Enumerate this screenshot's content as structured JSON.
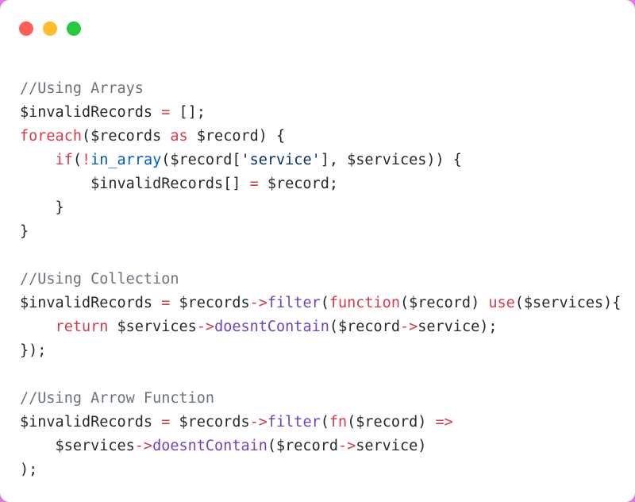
{
  "window": {
    "buttons": [
      {
        "name": "close",
        "color": "#ff5f56"
      },
      {
        "name": "minimize",
        "color": "#ffbd2e"
      },
      {
        "name": "maximize",
        "color": "#27c93f"
      }
    ]
  },
  "colors": {
    "background": "#e07ad8",
    "comment": "#6a737d",
    "keyword": "#d73a49",
    "function": "#005cc5",
    "method": "#6f42c1",
    "string": "#032f62",
    "plain": "#24292e"
  },
  "code": {
    "lines": [
      [
        {
          "t": "comment",
          "v": "//Using Arrays"
        }
      ],
      [
        {
          "t": "plain",
          "v": "$invalidRecords "
        },
        {
          "t": "keyword",
          "v": "="
        },
        {
          "t": "plain",
          "v": " [];"
        }
      ],
      [
        {
          "t": "keyword",
          "v": "foreach"
        },
        {
          "t": "plain",
          "v": "($records "
        },
        {
          "t": "keyword",
          "v": "as"
        },
        {
          "t": "plain",
          "v": " $record) {"
        }
      ],
      [
        {
          "t": "plain",
          "v": "    "
        },
        {
          "t": "keyword",
          "v": "if"
        },
        {
          "t": "plain",
          "v": "("
        },
        {
          "t": "keyword",
          "v": "!"
        },
        {
          "t": "func",
          "v": "in_array"
        },
        {
          "t": "plain",
          "v": "($record["
        },
        {
          "t": "string",
          "v": "'service'"
        },
        {
          "t": "plain",
          "v": "], $services)) {"
        }
      ],
      [
        {
          "t": "plain",
          "v": "        $invalidRecords[] "
        },
        {
          "t": "keyword",
          "v": "="
        },
        {
          "t": "plain",
          "v": " $record;"
        }
      ],
      [
        {
          "t": "plain",
          "v": "    }"
        }
      ],
      [
        {
          "t": "plain",
          "v": "}"
        }
      ],
      [],
      [
        {
          "t": "comment",
          "v": "//Using Collection"
        }
      ],
      [
        {
          "t": "plain",
          "v": "$invalidRecords "
        },
        {
          "t": "keyword",
          "v": "="
        },
        {
          "t": "plain",
          "v": " $records"
        },
        {
          "t": "keyword",
          "v": "->"
        },
        {
          "t": "method",
          "v": "filter"
        },
        {
          "t": "plain",
          "v": "("
        },
        {
          "t": "keyword",
          "v": "function"
        },
        {
          "t": "plain",
          "v": "($record) "
        },
        {
          "t": "keyword",
          "v": "use"
        },
        {
          "t": "plain",
          "v": "($services){"
        }
      ],
      [
        {
          "t": "plain",
          "v": "    "
        },
        {
          "t": "keyword",
          "v": "return"
        },
        {
          "t": "plain",
          "v": " $services"
        },
        {
          "t": "keyword",
          "v": "->"
        },
        {
          "t": "method",
          "v": "doesntContain"
        },
        {
          "t": "plain",
          "v": "($record"
        },
        {
          "t": "keyword",
          "v": "->"
        },
        {
          "t": "plain",
          "v": "service);"
        }
      ],
      [
        {
          "t": "plain",
          "v": "});"
        }
      ],
      [],
      [
        {
          "t": "comment",
          "v": "//Using Arrow Function"
        }
      ],
      [
        {
          "t": "plain",
          "v": "$invalidRecords "
        },
        {
          "t": "keyword",
          "v": "="
        },
        {
          "t": "plain",
          "v": " $records"
        },
        {
          "t": "keyword",
          "v": "->"
        },
        {
          "t": "method",
          "v": "filter"
        },
        {
          "t": "plain",
          "v": "("
        },
        {
          "t": "keyword",
          "v": "fn"
        },
        {
          "t": "plain",
          "v": "($record) "
        },
        {
          "t": "keyword",
          "v": "=>"
        }
      ],
      [
        {
          "t": "plain",
          "v": "    $services"
        },
        {
          "t": "keyword",
          "v": "->"
        },
        {
          "t": "method",
          "v": "doesntContain"
        },
        {
          "t": "plain",
          "v": "($record"
        },
        {
          "t": "keyword",
          "v": "->"
        },
        {
          "t": "plain",
          "v": "service)"
        }
      ],
      [
        {
          "t": "plain",
          "v": ");"
        }
      ]
    ]
  }
}
